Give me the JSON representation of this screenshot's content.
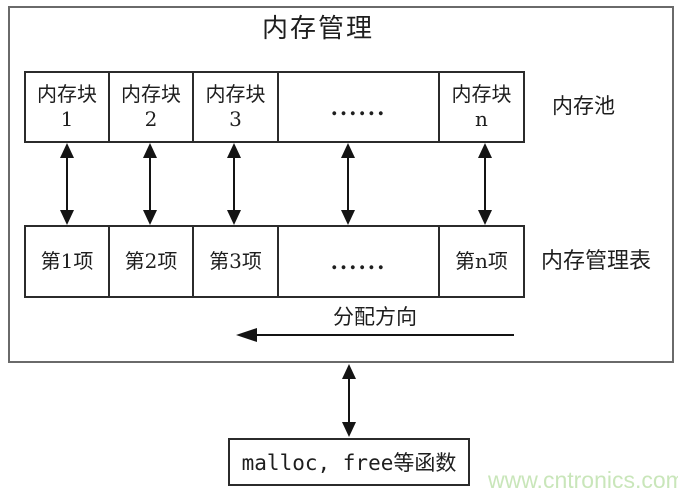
{
  "diagram": {
    "title": "内存管理",
    "pool_row": {
      "label": "内存池",
      "cells": [
        {
          "line1": "内存块",
          "line2": "1"
        },
        {
          "line1": "内存块",
          "line2": "2"
        },
        {
          "line1": "内存块",
          "line2": "3"
        },
        {
          "line1": "......",
          "line2": ""
        },
        {
          "line1": "内存块",
          "line2": "n"
        }
      ]
    },
    "table_row": {
      "label": "内存管理表",
      "cells": [
        "第1项",
        "第2项",
        "第3项",
        "......",
        "第n项"
      ]
    },
    "allocation_arrow_label": "分配方向",
    "function_box_label": "malloc, free等函数",
    "watermark": "www.cntronics.com",
    "colors": {
      "outer_border": "#6a6a6a",
      "cell_border": "#2b2b2b",
      "arrow": "#141414",
      "text": "#1e1e1e",
      "watermark": "#c9e6ba",
      "background": "#ffffff"
    }
  }
}
